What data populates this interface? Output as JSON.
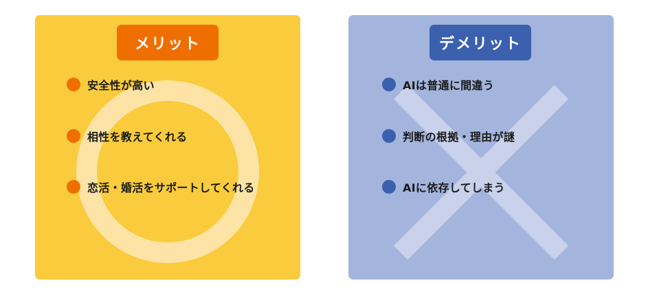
{
  "merit": {
    "title": "メリット",
    "colors": {
      "card": "#FACB3C",
      "badge": "#EE6F00",
      "bullet": "#EE6F00",
      "symbol": "#FDE4A6"
    },
    "symbol": "circle",
    "items": [
      {
        "label": "安全性が高い"
      },
      {
        "label": "相性を教えてくれる"
      },
      {
        "label": "恋活・婚活をサポートしてくれる"
      }
    ]
  },
  "demerit": {
    "title": "デメリット",
    "colors": {
      "card": "#A3B5DD",
      "badge": "#3A60AE",
      "bullet": "#3A60AE",
      "symbol": "#C9D1EB"
    },
    "symbol": "cross",
    "items": [
      {
        "label": "AIは普通に間違う"
      },
      {
        "label": "判断の根拠・理由が謎"
      },
      {
        "label": "AIに依存してしまう"
      }
    ]
  }
}
